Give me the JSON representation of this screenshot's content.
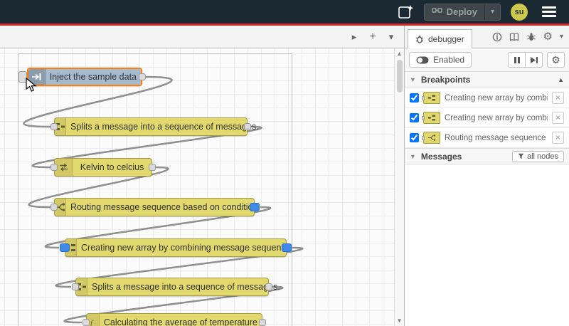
{
  "header": {
    "deploy": {
      "label": "Deploy"
    },
    "avatar": {
      "initials": "su"
    }
  },
  "canvas": {
    "nodes": [
      {
        "type": "inject",
        "label": "Inject the sample data"
      },
      {
        "type": "split",
        "label": "Splits a message into a sequence of messages."
      },
      {
        "type": "change",
        "label": "Kelvin to celcius"
      },
      {
        "type": "switch",
        "label": "Routing message sequence based on condition"
      },
      {
        "type": "join",
        "label": "Creating new array by combining message sequence"
      },
      {
        "type": "split",
        "label": "Splits a message into a sequence of messages."
      },
      {
        "type": "function",
        "label": "Calculating the average of temperature"
      }
    ]
  },
  "sidebar": {
    "tab_label": "debugger",
    "toolbar": {
      "enabled_label": "Enabled"
    },
    "breakpoints": {
      "title": "Breakpoints",
      "items": [
        {
          "label": "Creating new array by combining message sequence",
          "checked": true
        },
        {
          "label": "Creating new array by combining message sequence",
          "checked": true
        },
        {
          "label": "Routing message sequence based on condition",
          "checked": true
        }
      ]
    },
    "messages": {
      "title": "Messages",
      "filter_label": "all nodes"
    }
  },
  "colors": {
    "header_bg": "#1b2a32",
    "alert_line_red": "#cf2626",
    "node_yellow": "#e2d96e",
    "node_inject_blue": "#a6bbcf",
    "selection_orange": "#ff7f0e",
    "breakpoint_blue": "#3f8ae8",
    "wire_gray": "#8f8f8f"
  }
}
